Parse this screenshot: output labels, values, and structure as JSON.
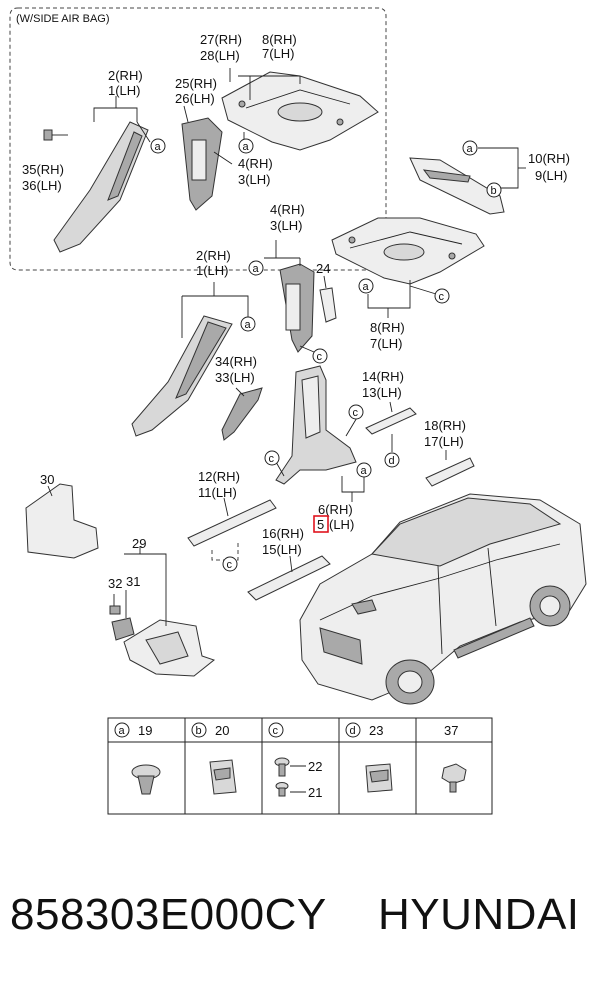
{
  "inset_label": "(W/SIDE AIR BAG)",
  "callouts": {
    "p27_rh": "27(RH)",
    "p28_lh": "28(LH)",
    "p8_rh_a": "8(RH)",
    "p7_lh_a": "7(LH)",
    "p2_rh_a": "2(RH)",
    "p1_lh_a": "1(LH)",
    "p25_rh": "25(RH)",
    "p26_lh": "26(LH)",
    "p35_rh": "35(RH)",
    "p36_lh": "36(LH)",
    "p4_rh_a": "4(RH)",
    "p3_lh_a": "3(LH)",
    "p10_rh": "10(RH)",
    "p9_lh": "9(LH)",
    "p4_rh_b": "4(RH)",
    "p3_lh_b": "3(LH)",
    "p2_rh_b": "2(RH)",
    "p1_lh_b": "1(LH)",
    "p24": "24",
    "p8_rh_b": "8(RH)",
    "p7_lh_b": "7(LH)",
    "p34_rh": "34(RH)",
    "p33_lh": "33(LH)",
    "p14_rh": "14(RH)",
    "p13_lh": "13(LH)",
    "p18_rh": "18(RH)",
    "p17_lh": "17(LH)",
    "p30": "30",
    "p12_rh": "12(RH)",
    "p11_lh": "11(LH)",
    "p6_rh": "6(RH)",
    "p5_num": "5",
    "p5_lh": "(LH)",
    "p16_rh": "16(RH)",
    "p15_lh": "15(LH)",
    "p29": "29",
    "p32": "32",
    "p31": "31"
  },
  "clip_letters": {
    "a": "a",
    "b": "b",
    "c": "c",
    "d": "d"
  },
  "legend": [
    {
      "letter": "a",
      "number": "19"
    },
    {
      "letter": "b",
      "number": "20"
    },
    {
      "letter": "c",
      "number": "",
      "sub": [
        "22",
        "21"
      ]
    },
    {
      "letter": "d",
      "number": "23"
    },
    {
      "letter": "",
      "number": "37"
    }
  ],
  "footer": {
    "part_number": "858303E000CY",
    "brand": "HYUNDAI"
  },
  "colors": {
    "highlight": "#e0141e"
  }
}
